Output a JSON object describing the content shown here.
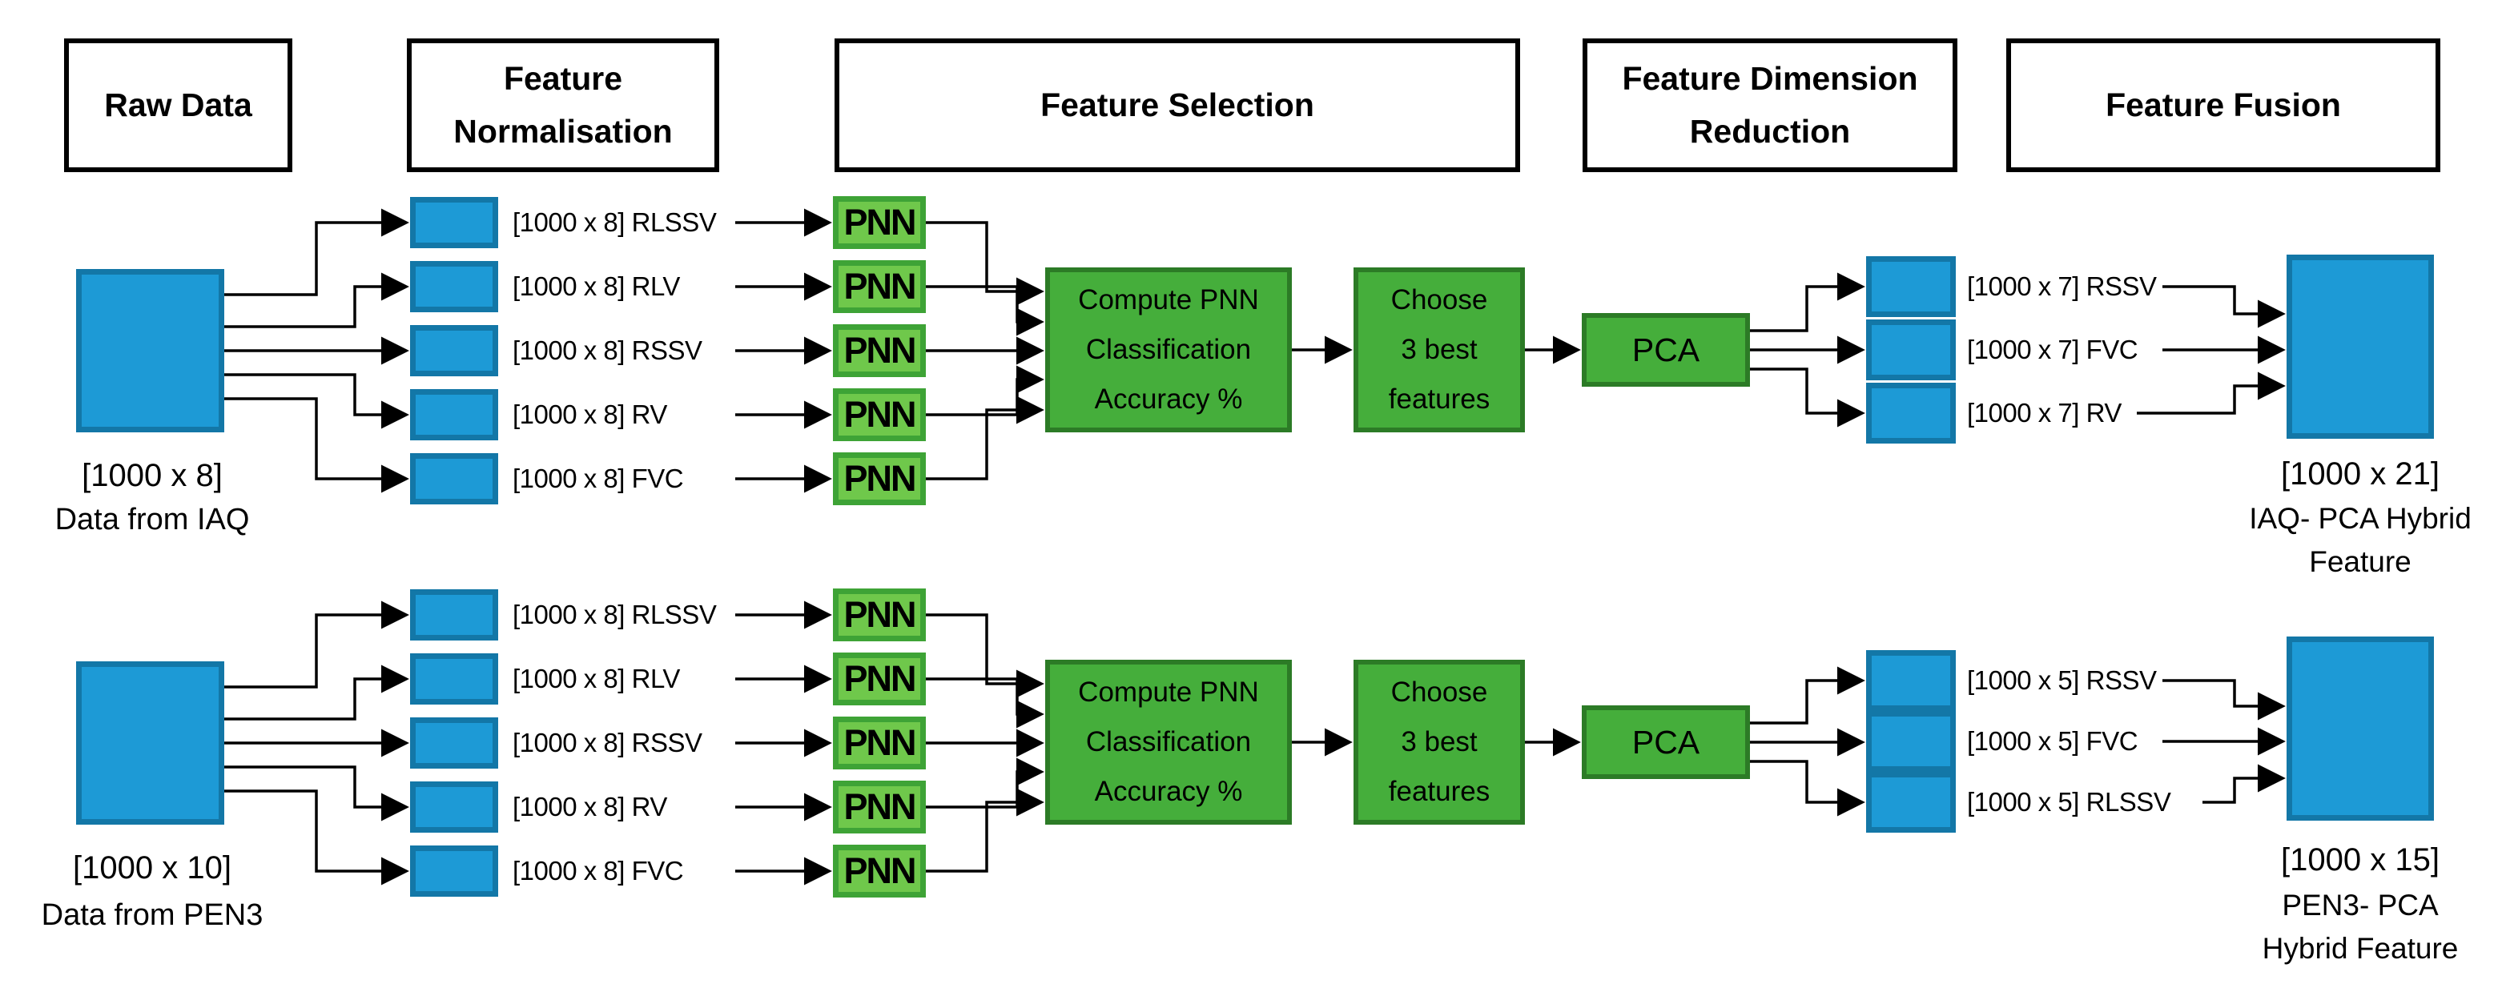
{
  "colors": {
    "box_blue": "#1d9ad6",
    "box_blue_border": "#1377a7",
    "pnn_fill": "#6fc84b",
    "pnn_border": "#3ea336",
    "green_fill": "#45ae3b",
    "green_border": "#2c7b26",
    "line": "#000000"
  },
  "headers": [
    {
      "id": "raw-data",
      "lines": [
        "Raw Data"
      ]
    },
    {
      "id": "feature-normalisation",
      "lines": [
        "Feature",
        "Normalisation"
      ]
    },
    {
      "id": "feature-selection",
      "lines": [
        "Feature Selection"
      ]
    },
    {
      "id": "feature-dimension-reduction",
      "lines": [
        "Feature Dimension",
        "Reduction"
      ]
    },
    {
      "id": "feature-fusion",
      "lines": [
        "Feature Fusion"
      ]
    }
  ],
  "pipelines": [
    {
      "source": {
        "dims": "[1000 x 8]",
        "name": "Data from IAQ"
      },
      "features": [
        "[1000 x 8] RLSSV",
        "[1000 x 8] RLV",
        "[1000 x 8] RSSV",
        "[1000 x 8] RV",
        "[1000 x 8] FVC"
      ],
      "pnn": "PNN",
      "compute": [
        "Compute PNN",
        "Classification",
        "Accuracy %"
      ],
      "choose": [
        "Choose",
        "3 best",
        "features"
      ],
      "pca": "PCA",
      "selected": [
        "[1000 x 7] RSSV",
        "[1000 x 7] FVC",
        "[1000 x 7] RV"
      ],
      "fusion": {
        "dims": "[1000 x 21]",
        "line1": "IAQ- PCA Hybrid",
        "line2": "Feature"
      }
    },
    {
      "source": {
        "dims": "[1000 x 10]",
        "name": "Data from PEN3"
      },
      "features": [
        "[1000 x 8] RLSSV",
        "[1000 x 8] RLV",
        "[1000 x 8] RSSV",
        "[1000 x 8] RV",
        "[1000 x 8] FVC"
      ],
      "pnn": "PNN",
      "compute": [
        "Compute PNN",
        "Classification",
        "Accuracy %"
      ],
      "choose": [
        "Choose",
        "3 best",
        "features"
      ],
      "pca": "PCA",
      "selected": [
        "[1000 x 5] RSSV",
        "[1000 x 5] FVC",
        "[1000 x 5] RLSSV"
      ],
      "fusion": {
        "dims": "[1000 x 15]",
        "line1": "PEN3- PCA",
        "line2": "Hybrid Feature"
      }
    }
  ]
}
